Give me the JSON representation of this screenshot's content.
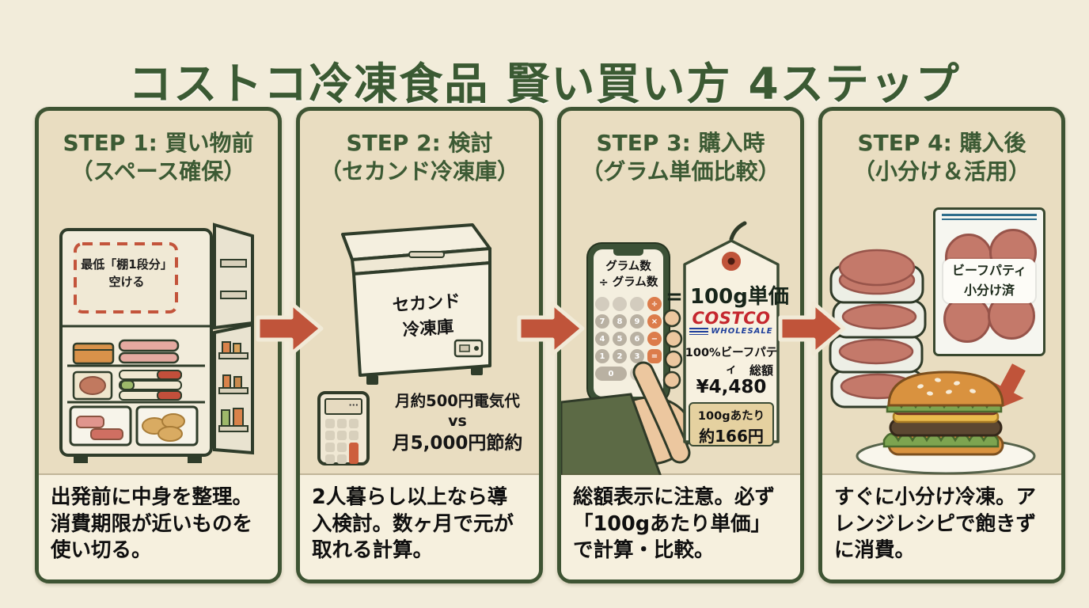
{
  "title": "コストコ冷凍食品 賢い買い方 4ステップ",
  "colors": {
    "page_bg": "#f2ecda",
    "panel_tan": "#e9ddc1",
    "panel_cream": "#f6f0de",
    "deep_green": "#3e5433",
    "accent_red": "#c0543a",
    "costco_red": "#c5272e",
    "costco_blue": "#1e3f9b"
  },
  "steps": [
    {
      "header_line1": "STEP 1: 買い物前",
      "header_line2": "（スペース確保）",
      "callout_line1": "最低「棚1段分」",
      "callout_line2": "空ける",
      "description": "出発前に中身を整理。消費期限が近いものを使い切る。"
    },
    {
      "header_line1": "STEP 2: 検討",
      "header_line2": "（セカンド冷凍庫）",
      "freezer_label_line1": "セカンド",
      "freezer_label_line2": "冷凍庫",
      "calc_display": "···",
      "cost_line1": "月約500円電気代",
      "cost_line2": "vs",
      "cost_line3": "月5,000円節約",
      "description": "2人暮らし以上なら導入検討。数ヶ月で元が取れる計算。"
    },
    {
      "header_line1": "STEP 3: 購入時",
      "header_line2": "（グラム単価比較）",
      "phone": {
        "line1": "グラム数",
        "line2": "÷ グラム数",
        "digits": [
          "7",
          "8",
          "9",
          "4",
          "5",
          "6",
          "1",
          "2",
          "3",
          "0"
        ],
        "operators": [
          "÷",
          "×",
          "−",
          "="
        ]
      },
      "equation": "= 100g単価",
      "tag": {
        "brand": "COSTCO",
        "brand_sub": "WHOLESALE",
        "product": "100%ビーフパティ",
        "total_label": "総額",
        "total_price": "¥4,480",
        "unit_line1": "100gあたり",
        "unit_line2": "約166円"
      },
      "description": "総額表示に注意。必ず「100gあたり単価」で計算・比較。"
    },
    {
      "header_line1": "STEP 4: 購入後",
      "header_line2": "（小分け＆活用）",
      "bag_label_line1": "ビーフパティ",
      "bag_label_line2": "小分け済",
      "description": "すぐに小分け冷凍。アレンジレシピで飽きずに消費。"
    }
  ]
}
